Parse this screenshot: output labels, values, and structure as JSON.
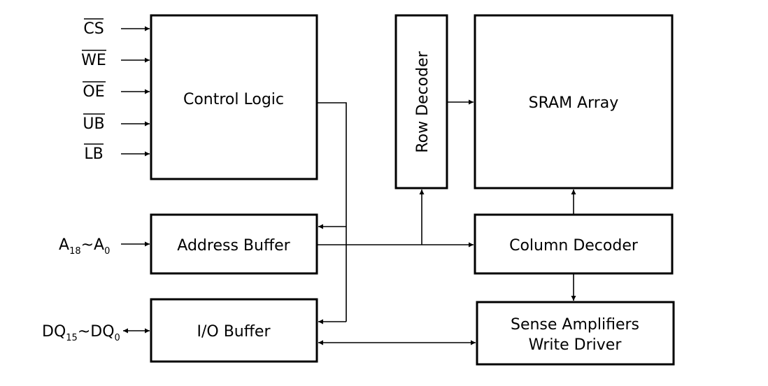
{
  "blocks": {
    "control_logic": "Control Logic",
    "address_buffer": "Address Buffer",
    "io_buffer": "I/O Buffer",
    "row_decoder": "Row Decoder",
    "sram_array": "SRAM Array",
    "column_decoder": "Column Decoder",
    "sense_amps_line1": "Sense Amplifiers",
    "sense_amps_line2": "Write Driver"
  },
  "control_signals": [
    "CS",
    "WE",
    "OE",
    "UB",
    "LB"
  ],
  "address_signal": {
    "base": "A",
    "msb": "18",
    "sep": "~",
    "base2": "A",
    "lsb": "0"
  },
  "data_signal": {
    "base": "DQ",
    "msb": "15",
    "sep": "~",
    "base2": "DQ",
    "lsb": "0"
  }
}
